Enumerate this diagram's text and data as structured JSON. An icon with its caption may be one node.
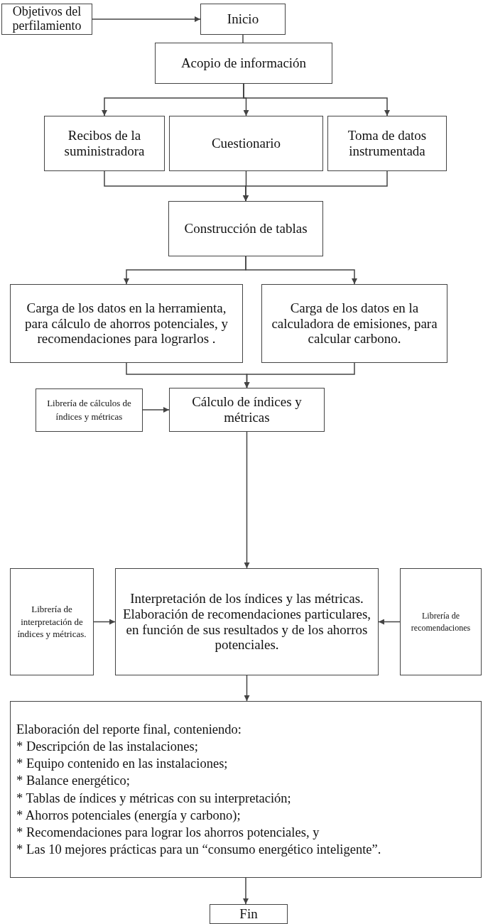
{
  "diagram": {
    "nodes": [
      {
        "text": [
          "Objetivos del perfilamiento"
        ]
      },
      {
        "text": [
          "Inicio"
        ]
      },
      {
        "text": [
          "Acopio de información"
        ]
      },
      {
        "text": [
          "Recibos de la suministradora"
        ]
      },
      {
        "text": [
          "Cuestionario"
        ]
      },
      {
        "text": [
          "Toma de datos instrumentada"
        ]
      },
      {
        "text": [
          "Construcción de tablas"
        ]
      },
      {
        "text": [
          "Carga de los datos en la herramienta, para cálculo de ahorros potenciales, y recomendaciones para lograrlos ."
        ]
      },
      {
        "text": [
          "Carga de los datos en la calculadora de emisiones, para calcular carbono."
        ]
      },
      {
        "text": [
          "Librería de cálculos de índices y métricas"
        ]
      },
      {
        "text": [
          "Cálculo de índices y métricas"
        ]
      },
      {
        "text": [
          "Librería de interpretación de índices y métricas."
        ]
      },
      {
        "text": [
          "Interpretación de los índices y las métricas. Elaboración de recomendaciones particulares, en función de sus resultados y de los ahorros potenciales."
        ]
      },
      {
        "text": [
          "Librería de recomendaciones"
        ]
      },
      {
        "text": [
          "Elaboración del reporte final, conteniendo:",
          "* Descripción de las instalaciones;",
          "* Equipo contenido en las instalaciones;",
          "* Balance energético;",
          "* Tablas de índices y métricas con su interpretación;",
          "* Ahorros potenciales (energía y carbono);",
          "* Recomendaciones para lograr los ahorros potenciales, y",
          "* Las 10 mejores prácticas para un “consumo energético inteligente”."
        ]
      },
      {
        "text": [
          "Fin"
        ]
      }
    ],
    "edges": [
      {
        "from": 0,
        "to": 1,
        "arrow": "to"
      },
      {
        "from": 1,
        "to": 2,
        "arrow": "none"
      },
      {
        "from": 2,
        "to": 3,
        "arrow": "to"
      },
      {
        "from": 2,
        "to": 4,
        "arrow": "to"
      },
      {
        "from": 2,
        "to": 5,
        "arrow": "to"
      },
      {
        "from": 3,
        "to": 6,
        "arrow": "to"
      },
      {
        "from": 4,
        "to": 6,
        "arrow": "to"
      },
      {
        "from": 5,
        "to": 6,
        "arrow": "to"
      },
      {
        "from": 6,
        "to": 7,
        "arrow": "to"
      },
      {
        "from": 6,
        "to": 8,
        "arrow": "to"
      },
      {
        "from": 7,
        "to": 10,
        "arrow": "to"
      },
      {
        "from": 8,
        "to": 10,
        "arrow": "to"
      },
      {
        "from": 9,
        "to": 10,
        "arrow": "to"
      },
      {
        "from": 10,
        "to": 12,
        "arrow": "to"
      },
      {
        "from": 11,
        "to": 12,
        "arrow": "to"
      },
      {
        "from": 13,
        "to": 12,
        "arrow": "to"
      },
      {
        "from": 12,
        "to": 14,
        "arrow": "to"
      },
      {
        "from": 14,
        "to": 15,
        "arrow": "to"
      }
    ]
  }
}
